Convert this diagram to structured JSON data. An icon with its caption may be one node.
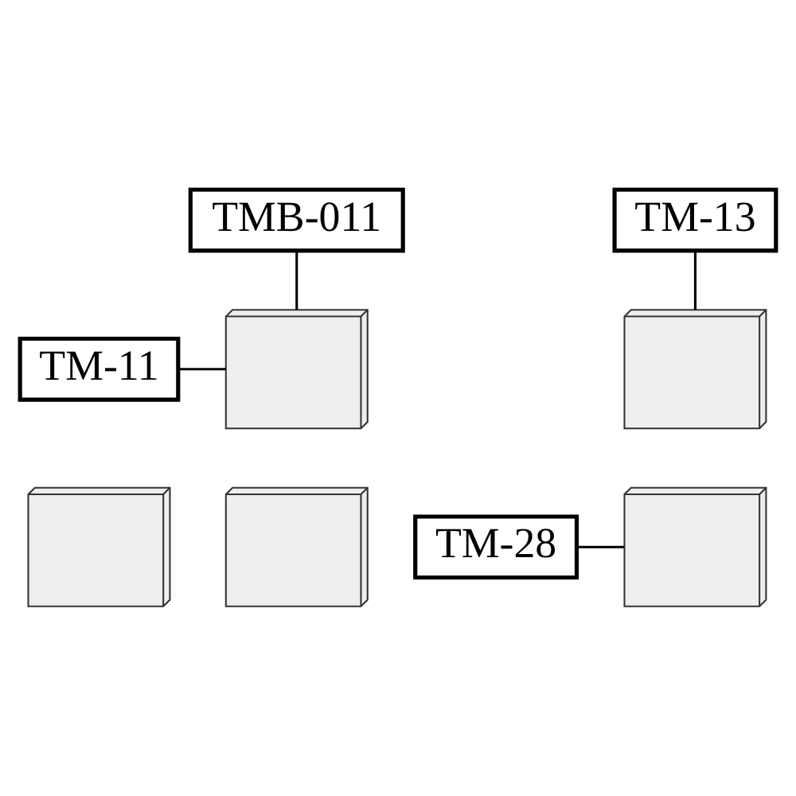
{
  "diagram": {
    "nodes": [
      {
        "text": [
          "TMB-011"
        ]
      },
      {
        "text": [
          "TM-11"
        ]
      },
      {
        "text": [
          "TM-13"
        ]
      },
      {
        "text": [
          "TM-28"
        ]
      },
      {
        "text": [],
        "shape": "picture"
      },
      {
        "text": [],
        "shape": "picture"
      },
      {
        "text": [],
        "shape": "picture"
      },
      {
        "text": [],
        "shape": "picture"
      },
      {
        "text": [],
        "shape": "picture"
      }
    ],
    "edges": [
      {
        "from": 0,
        "to": 4,
        "arrow": "none"
      },
      {
        "from": 1,
        "to": 4,
        "arrow": "none"
      },
      {
        "from": 2,
        "to": 5,
        "arrow": "none"
      },
      {
        "from": 3,
        "to": 8,
        "arrow": "none"
      }
    ]
  }
}
